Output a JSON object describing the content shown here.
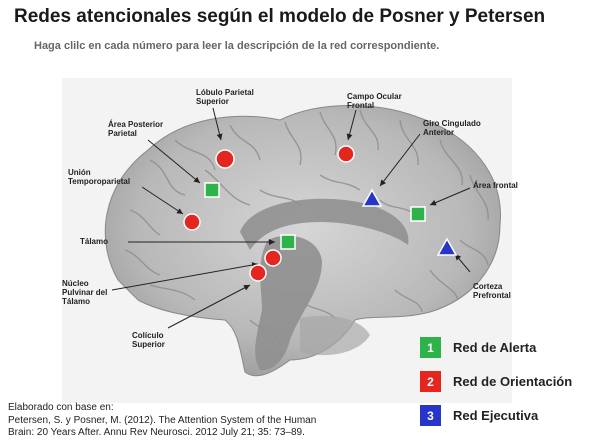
{
  "title": "Redes atencionales según el modelo de Posner y Petersen",
  "subtitle": "Haga clilc en cada número para leer la descripción de la red correspondiente.",
  "labels": {
    "lobulo_parietal_superior": [
      "Lóbulo Parietal",
      "Superior"
    ],
    "area_posterior_parietal": [
      "Área Posterior",
      "Parietal"
    ],
    "union_temporoparietal": [
      "Unión",
      "Temporoparietal"
    ],
    "talamo": [
      "Tálamo"
    ],
    "nucleo_pulvinar": [
      "Núcleo",
      "Pulvinar del",
      "Tálamo"
    ],
    "coliculo_superior": [
      "Colículo",
      "Superior"
    ],
    "campo_ocular_frontal": [
      "Campo Ocular",
      "Frontal"
    ],
    "giro_cingulado_anterior": [
      "Giro Cingulado",
      "Anterior"
    ],
    "area_frontal": [
      "Área frontal"
    ],
    "corteza_prefrontal": [
      "Corteza",
      "Prefrontal"
    ]
  },
  "legend": [
    {
      "number": "1",
      "label": "Red de Alerta",
      "color": "#2db34a"
    },
    {
      "number": "2",
      "label": "Red de Orientación",
      "color": "#e5261f"
    },
    {
      "number": "3",
      "label": "Red Ejecutiva",
      "color": "#2736c8"
    }
  ],
  "citation": {
    "line1": "Elaborado con base en:",
    "line2": "Petersen, S. y Posner, M. (2012). The Attention System of the Human",
    "line3": "Brain: 20 Years After. Annu Rev Neurosci. 2012 July 21; 35: 73–89."
  },
  "colors": {
    "alerta": "#2db34a",
    "orientacion": "#e5261f",
    "ejecutiva": "#2736c8"
  }
}
